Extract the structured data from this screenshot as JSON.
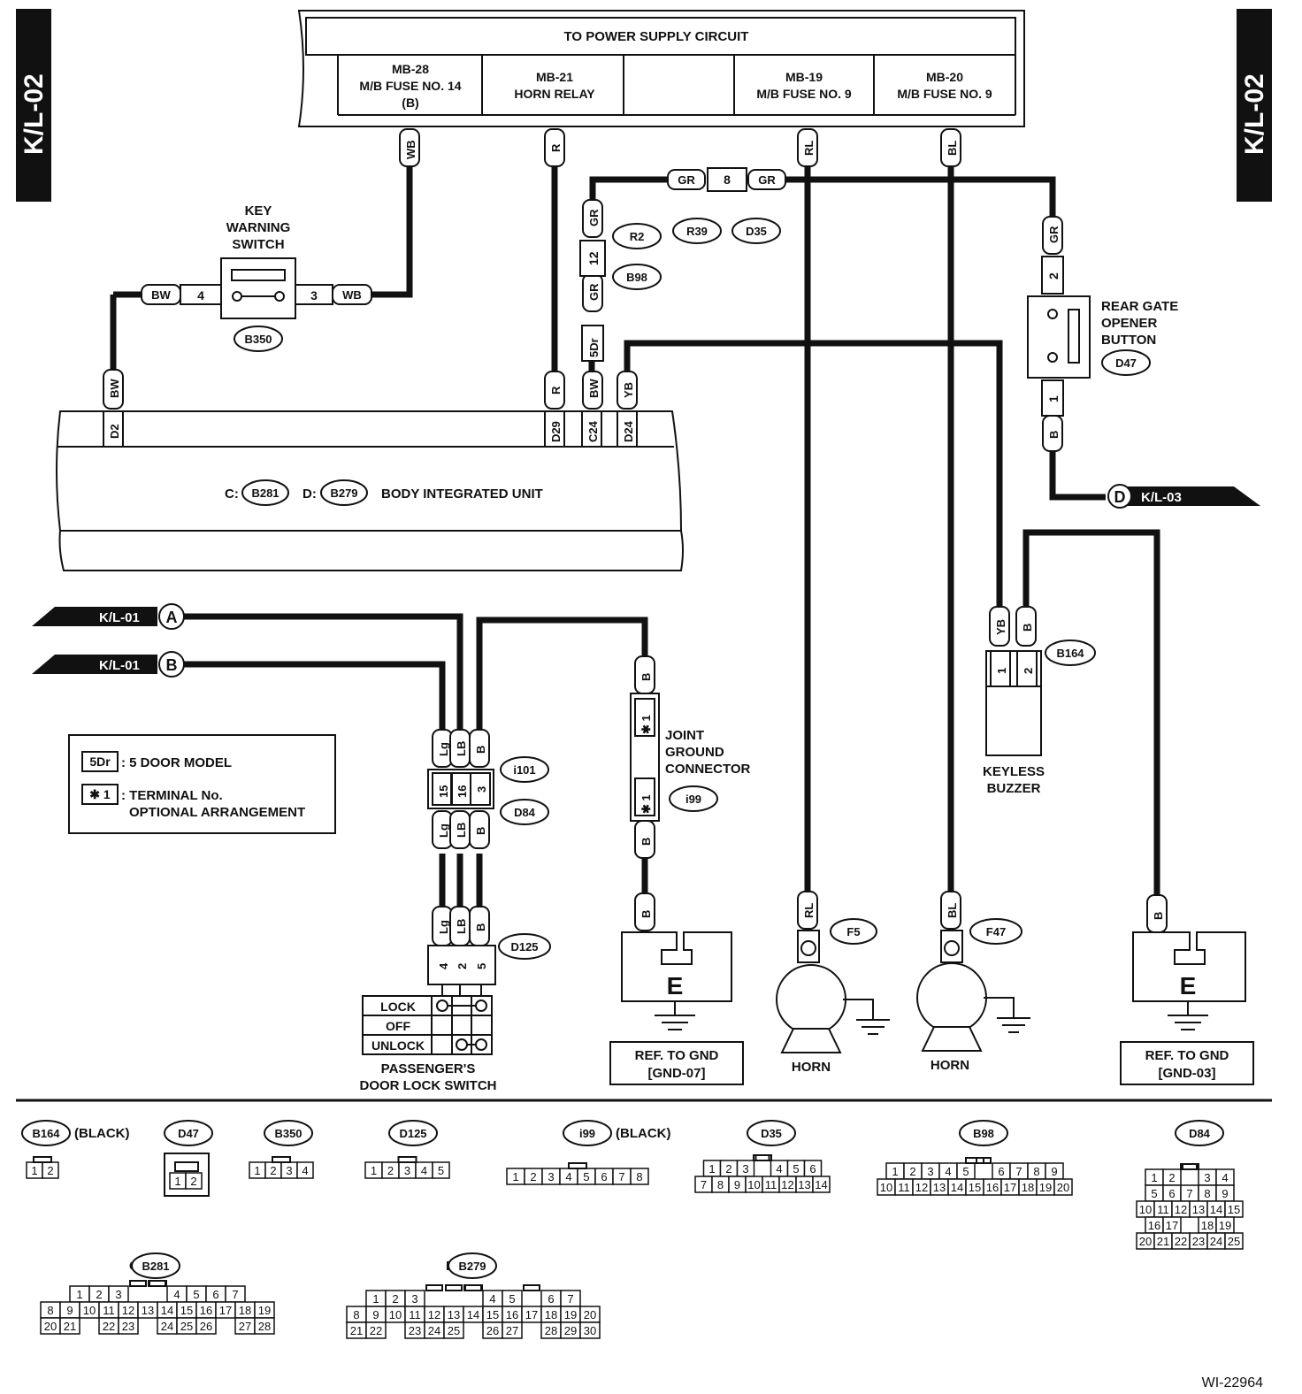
{
  "side_tags": {
    "left": "K/L-02",
    "right": "K/L-02"
  },
  "power_supply": {
    "title": "TO POWER SUPPLY CIRCUIT",
    "fuses": [
      [
        "MB-28",
        "M/B FUSE NO. 14",
        "(B)"
      ],
      [
        "MB-21",
        "HORN RELAY"
      ],
      [
        "MB-19",
        "M/B FUSE NO. 9"
      ],
      [
        "MB-20",
        "M/B FUSE NO. 9"
      ]
    ]
  },
  "wire_colors": [
    "WB",
    "R",
    "RL",
    "BL",
    "GR",
    "GR",
    "GR",
    "GR",
    "GR",
    "BW",
    "WB",
    "BW",
    "R",
    "GR",
    "YB",
    "GR",
    "B",
    "YB",
    "B",
    "Lg",
    "LB",
    "B",
    "Lg",
    "LB",
    "B",
    "Lg",
    "LB",
    "B",
    "B",
    "B",
    "B",
    "RL",
    "BL",
    "B"
  ],
  "terminals": [
    "4",
    "3",
    "8",
    "12",
    "2",
    "1",
    "1",
    "2",
    "15",
    "16",
    "3",
    "4",
    "2",
    "5",
    "D2",
    "D29",
    "C24",
    "D24"
  ],
  "connector_refs": [
    "R2",
    "R39",
    "D35",
    "B98",
    "B350",
    "D47",
    "B164",
    "i101",
    "D84",
    "D125",
    "i99",
    "F5",
    "F47"
  ],
  "labels": {
    "key_warning_switch": [
      "KEY",
      "WARNING",
      "SWITCH"
    ],
    "rear_gate": [
      "REAR GATE",
      "OPENER",
      "BUTTON"
    ],
    "fivedr": "5Dr",
    "star1": "✱ 1",
    "biu_c": "C:",
    "biu_d": "D:",
    "biu_c_conn": "B281",
    "biu_d_conn": "B279",
    "biu_name": "BODY INTEGRATED UNIT",
    "kl03": "K/L-03",
    "kl01a": "K/L-01",
    "kl01b": "K/L-01",
    "letter_a": "A",
    "letter_b": "B",
    "letter_d": "D",
    "joint_ground": [
      "JOINT",
      "GROUND",
      "CONNECTOR"
    ],
    "keyless_buzzer": [
      "KEYLESS",
      "BUZZER"
    ],
    "horn1": "HORN",
    "horn2": "HORN",
    "ground_e1": "E",
    "ground_e2": "E",
    "ref_gnd1": [
      "REF. TO GND",
      "[GND-07]"
    ],
    "ref_gnd2": [
      "REF. TO GND",
      "[GND-03]"
    ],
    "passenger_switch": [
      "PASSENGER'S",
      "DOOR LOCK SWITCH"
    ],
    "switch_positions": [
      "LOCK",
      "OFF",
      "UNLOCK"
    ],
    "figure_id": "WI-22964"
  },
  "legend": {
    "items": [
      {
        "key": "5Dr",
        "text": ": 5 DOOR MODEL"
      },
      {
        "key": "✱ 1",
        "text": ": TERMINAL No.",
        "text2": "OPTIONAL ARRANGEMENT"
      }
    ]
  },
  "connector_views": [
    {
      "name": "B164",
      "note": "(BLACK)",
      "rows": [
        [
          "1",
          "2"
        ]
      ]
    },
    {
      "name": "D47",
      "note": "",
      "rows": [
        [
          "1",
          "2"
        ]
      ]
    },
    {
      "name": "B350",
      "note": "",
      "rows": [
        [
          "1",
          "2",
          "3",
          "4"
        ]
      ]
    },
    {
      "name": "D125",
      "note": "",
      "rows": [
        [
          "1",
          "2",
          "3",
          "4",
          "5"
        ]
      ]
    },
    {
      "name": "i99",
      "note": "(BLACK)",
      "rows": [
        [
          "1",
          "2",
          "3",
          "4",
          "5",
          "6",
          "7",
          "8"
        ]
      ]
    },
    {
      "name": "D35",
      "note": "",
      "rows": [
        [
          "1",
          "2",
          "3",
          "",
          "4",
          "5",
          "6"
        ],
        [
          "7",
          "8",
          "9",
          "10",
          "11",
          "12",
          "13",
          "14"
        ]
      ]
    },
    {
      "name": "B98",
      "note": "",
      "rows": [
        [
          "1",
          "2",
          "3",
          "4",
          "5",
          "",
          "6",
          "7",
          "8",
          "9"
        ],
        [
          "10",
          "11",
          "12",
          "13",
          "14",
          "15",
          "16",
          "17",
          "18",
          "19",
          "20"
        ]
      ]
    },
    {
      "name": "D84",
      "note": "",
      "rows": [
        [
          "1",
          "2",
          "",
          "3",
          "4"
        ],
        [
          "5",
          "6",
          "7",
          "8",
          "9"
        ],
        [
          "10",
          "11",
          "12",
          "13",
          "14",
          "15"
        ],
        [
          "16",
          "17",
          "",
          "18",
          "19"
        ],
        [
          "20",
          "21",
          "22",
          "23",
          "24",
          "25"
        ]
      ]
    },
    {
      "name": "B281",
      "prefix": "C:",
      "note": "",
      "rows": [
        [
          "1",
          "2",
          "3",
          "",
          "",
          "4",
          "5",
          "6",
          "7"
        ],
        [
          "8",
          "9",
          "10",
          "11",
          "12",
          "13",
          "14",
          "15",
          "16",
          "17",
          "18",
          "19"
        ],
        [
          "20",
          "21",
          "",
          "22",
          "23",
          "",
          "24",
          "25",
          "26",
          "",
          "27",
          "28"
        ]
      ]
    },
    {
      "name": "B279",
      "prefix": "D:",
      "note": "",
      "rows": [
        [
          "1",
          "2",
          "3",
          "",
          "",
          "",
          "4",
          "5",
          "",
          "6",
          "7"
        ],
        [
          "8",
          "9",
          "10",
          "11",
          "12",
          "13",
          "14",
          "15",
          "16",
          "17",
          "18",
          "19",
          "20"
        ],
        [
          "21",
          "22",
          "",
          "23",
          "24",
          "25",
          "",
          "26",
          "27",
          "",
          "28",
          "29",
          "30"
        ]
      ]
    }
  ]
}
